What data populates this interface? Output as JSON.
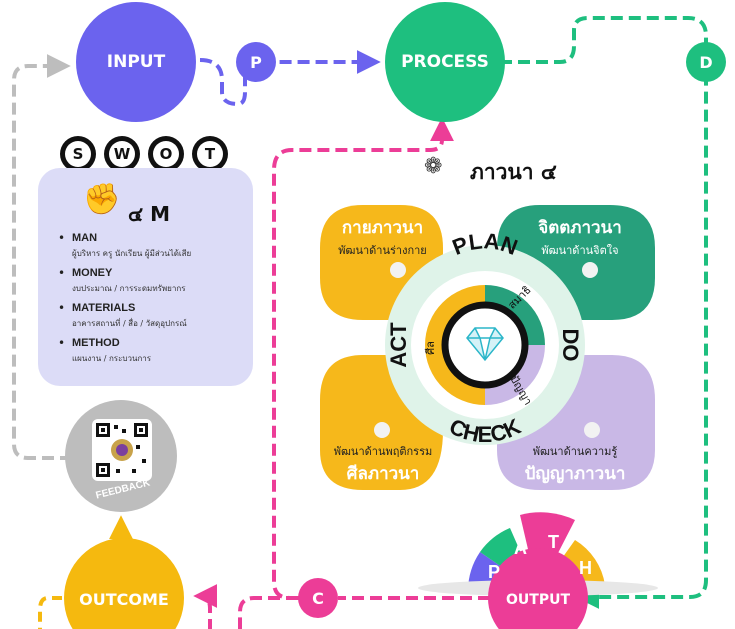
{
  "nodes": {
    "input": "INPUT",
    "process": "PROCESS",
    "output": "OUTPUT",
    "outcome": "OUTCOME"
  },
  "badges": {
    "p": "P",
    "d": "D",
    "c": "C"
  },
  "swot": [
    "S",
    "W",
    "O",
    "T"
  ],
  "four_m": {
    "title": "๔ M",
    "items": [
      {
        "title": "MAN",
        "desc": "ผู้บริหาร ครู นักเรียน ผู้มีส่วนได้เสีย"
      },
      {
        "title": "MONEY",
        "desc": "งบประมาณ / การระดมทรัพยากร"
      },
      {
        "title": "MATERIALS",
        "desc": "อาคารสถานที่ / สื่อ / วัสดุอุปกรณ์"
      },
      {
        "title": "METHOD",
        "desc": "แผนงาน / กระบวนการ"
      }
    ]
  },
  "feedback_label": "FEEDBACK",
  "bhavana": {
    "title": "ภาวนา ๔",
    "top_left": {
      "title": "กายภาวนา",
      "sub": "พัฒนาด้านร่างกาย"
    },
    "top_right": {
      "title": "จิตตภาวนา",
      "sub": "พัฒนาด้านจิตใจ"
    },
    "bottom_left": {
      "title": "ศีลภาวนา",
      "sub": "พัฒนาด้านพฤติกรรม"
    },
    "bottom_right": {
      "title": "ปัญญาภาวนา",
      "sub": "พัฒนาด้านความรู้"
    },
    "ring": {
      "plan": "PLAN",
      "do": "DO",
      "check": "CHECK",
      "act": "ACT"
    },
    "inner": {
      "samadhi": "สมาธิ",
      "sila": "ศีล",
      "panya": "ปัญญา"
    }
  },
  "path_letters": [
    "P",
    "A",
    "T",
    "H"
  ],
  "colors": {
    "input": "#6b63ee",
    "process": "#1ebf7f",
    "output": "#ec3d97",
    "outcome": "#f5b90f",
    "yellow_petal": "#f6b81b",
    "teal_petal": "#27a07c",
    "lilac_petal": "#c9b8e6",
    "panel": "#dcdcf7",
    "feedback": "#bdbdbd"
  }
}
